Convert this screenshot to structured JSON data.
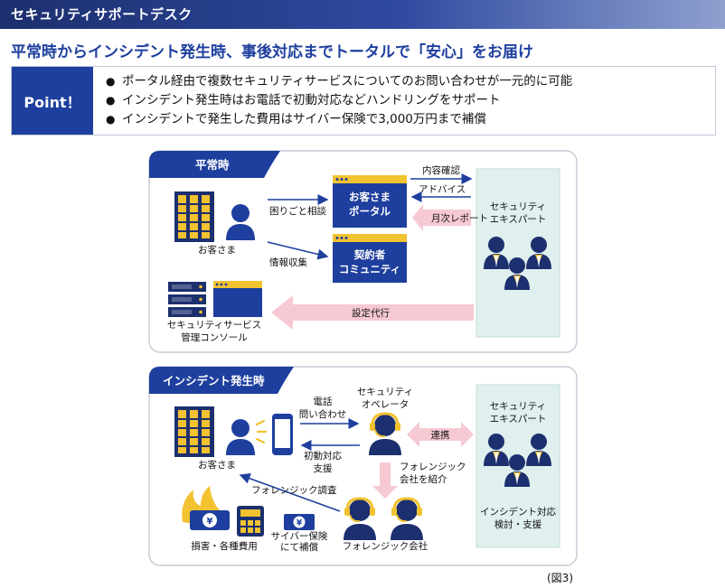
{
  "header": {
    "title": "セキュリティサポートデスク"
  },
  "headline": "平常時からインシデント発生時、事後対応までトータルで「安心」をお届け",
  "point": {
    "label": "Point！",
    "items": [
      "ポータル経由で複数セキュリティサービスについてのお問い合わせが一元的に可能",
      "インシデント発生時はお電話で初動対応などハンドリングをサポート",
      "インシデントで発生した費用はサイバー保険で3,000万円まで補償"
    ]
  },
  "normal": {
    "tab": "平常時",
    "customer": "お客さま",
    "portal": [
      "お客さま",
      "ポータル"
    ],
    "community": [
      "契約者",
      "コミュニティ"
    ],
    "expert": [
      "セキュリティ",
      "エキスパート"
    ],
    "console": [
      "セキュリティサービス",
      "管理コンソール"
    ],
    "arrow_trouble": "困りごと相談",
    "arrow_info": "情報収集",
    "arrow_check": "内容確認",
    "arrow_advice": "アドバイス",
    "arrow_report": "月次レポート",
    "arrow_setting": "設定代行"
  },
  "incident": {
    "tab": "インシデント発生時",
    "customer": "お客さま",
    "operator": [
      "セキュリティ",
      "オペレータ"
    ],
    "expert": [
      "セキュリティ",
      "エキスパート"
    ],
    "expert_task": [
      "インシデント対応",
      "検討・支援"
    ],
    "forensic_company": "フォレンジック会社",
    "damages": "損害・各種費用",
    "insurance": [
      "サイバー保険",
      "にて補償"
    ],
    "arrow_phone": [
      "電話",
      "問い合わせ"
    ],
    "arrow_initial": [
      "初動対応",
      "支援"
    ],
    "arrow_link": "連携",
    "arrow_intro": [
      "フォレンジック",
      "会社を紹介"
    ],
    "arrow_investigation": "フォレンジック調査"
  },
  "figure_label": "(図3)",
  "colors": {
    "navy": "#1e3f9e",
    "dark_navy": "#1c2f6e",
    "gold": "#f2c230",
    "pink_arrow": "#f6c9d3",
    "expert_bg": "#dff0ee"
  }
}
